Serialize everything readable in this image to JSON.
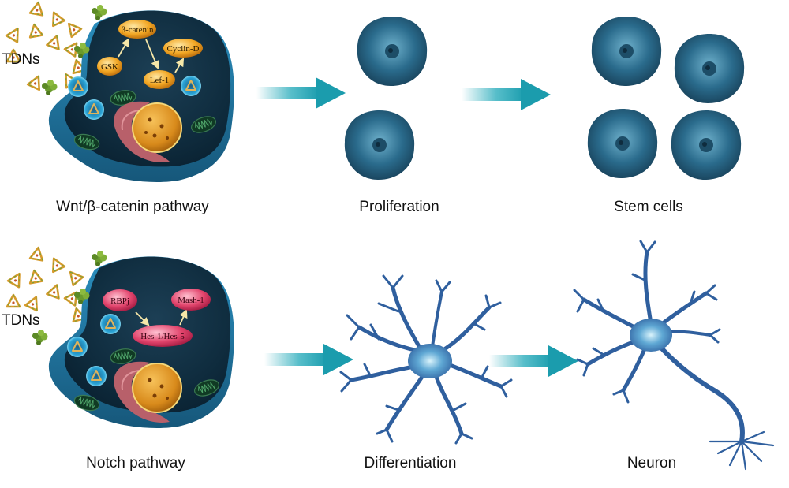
{
  "rows": [
    {
      "tdn_label": "TDNs",
      "pathway_caption": "Wnt/β-catenin pathway",
      "molecules": [
        "β-catenin",
        "Cyclin-D",
        "GSK",
        "Lef-1"
      ],
      "step1_caption": "Proliferation",
      "step2_caption": "Stem cells"
    },
    {
      "tdn_label": "TDNs",
      "pathway_caption": "Notch pathway",
      "molecules": [
        "RBPj",
        "Mash-1",
        "Hes-1/Hes-5"
      ],
      "step1_caption": "Differentiation",
      "step2_caption": "Neuron"
    }
  ],
  "colors": {
    "cell_body": "#0f2c3e",
    "cell_edge": "#1e6f96",
    "wnt_molecule": "#f2a623",
    "notch_molecule": "#e2456d",
    "arrow": "#1fa8b8",
    "stem_cell": "#2a6b8c",
    "neuron": "#2f5f9e"
  }
}
